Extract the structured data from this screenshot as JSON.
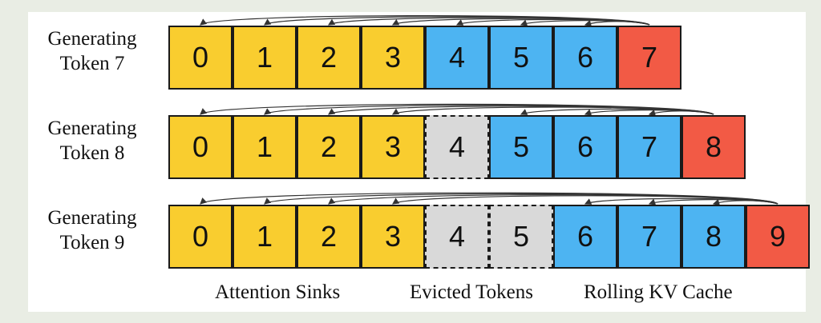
{
  "rows": [
    {
      "label_line1": "Generating",
      "label_line2": "Token 7",
      "cells": [
        {
          "text": "0",
          "kind": "sink"
        },
        {
          "text": "1",
          "kind": "sink"
        },
        {
          "text": "2",
          "kind": "sink"
        },
        {
          "text": "3",
          "kind": "sink"
        },
        {
          "text": "4",
          "kind": "rolling"
        },
        {
          "text": "5",
          "kind": "rolling"
        },
        {
          "text": "6",
          "kind": "rolling"
        },
        {
          "text": "7",
          "kind": "current"
        }
      ]
    },
    {
      "label_line1": "Generating",
      "label_line2": "Token 8",
      "cells": [
        {
          "text": "0",
          "kind": "sink"
        },
        {
          "text": "1",
          "kind": "sink"
        },
        {
          "text": "2",
          "kind": "sink"
        },
        {
          "text": "3",
          "kind": "sink"
        },
        {
          "text": "4",
          "kind": "evicted"
        },
        {
          "text": "5",
          "kind": "rolling"
        },
        {
          "text": "6",
          "kind": "rolling"
        },
        {
          "text": "7",
          "kind": "rolling"
        },
        {
          "text": "8",
          "kind": "current"
        }
      ]
    },
    {
      "label_line1": "Generating",
      "label_line2": "Token 9",
      "cells": [
        {
          "text": "0",
          "kind": "sink"
        },
        {
          "text": "1",
          "kind": "sink"
        },
        {
          "text": "2",
          "kind": "sink"
        },
        {
          "text": "3",
          "kind": "sink"
        },
        {
          "text": "4",
          "kind": "evicted"
        },
        {
          "text": "5",
          "kind": "evicted"
        },
        {
          "text": "6",
          "kind": "rolling"
        },
        {
          "text": "7",
          "kind": "rolling"
        },
        {
          "text": "8",
          "kind": "rolling"
        },
        {
          "text": "9",
          "kind": "current"
        }
      ]
    }
  ],
  "legend": {
    "attention_sinks": "Attention Sinks",
    "evicted_tokens": "Evicted Tokens",
    "rolling_kv_cache": "Rolling KV Cache"
  },
  "colors": {
    "sink": "#f9cd2f",
    "rolling": "#4db4f2",
    "current": "#f25a45",
    "evicted": "#d9d9d9",
    "background": "#e9ede4"
  }
}
